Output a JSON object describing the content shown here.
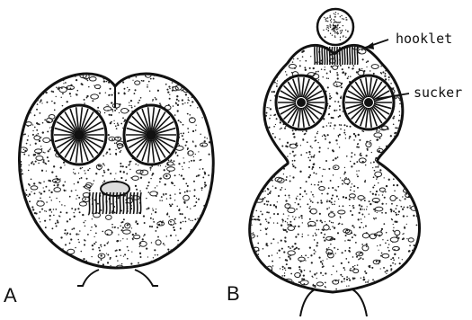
{
  "figure": {
    "panel_a_label": "A",
    "panel_b_label": "B",
    "callouts": {
      "hooklet": "hooklet",
      "sucker": "sucker"
    }
  },
  "colors": {
    "ink": "#111111",
    "background": "#ffffff"
  }
}
